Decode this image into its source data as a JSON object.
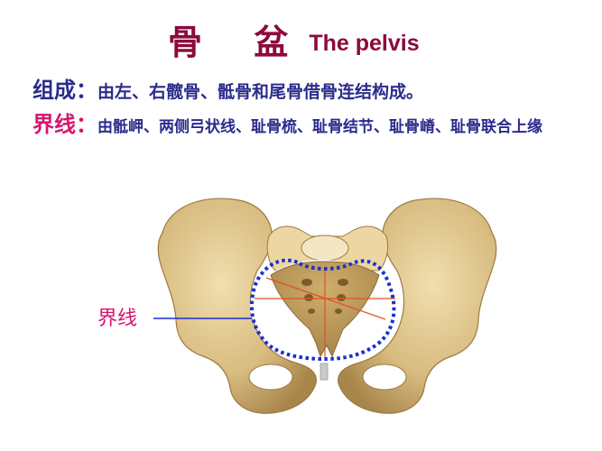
{
  "title": {
    "chinese": "骨 盆",
    "english": "The pelvis"
  },
  "composition": {
    "label": "组成：",
    "text": "由左、右髋骨、骶骨和尾骨借骨连结构成。"
  },
  "boundary": {
    "label": "界线：",
    "text": "由骶岬、两侧弓状线、耻骨梳、耻骨结节、耻骨嵴、耻骨联合上缘"
  },
  "figure": {
    "subject": "pelvis-anterior-view",
    "callout_label": "界线",
    "colors": {
      "title": "#8b0a3c",
      "text": "#2b2b8c",
      "highlight": "#d6156e",
      "boundary_dots": "#1a2fd0",
      "callout_line": "#1a2fd0",
      "diameter_lines": "#e0502a",
      "bone": "#d9bf86"
    }
  }
}
